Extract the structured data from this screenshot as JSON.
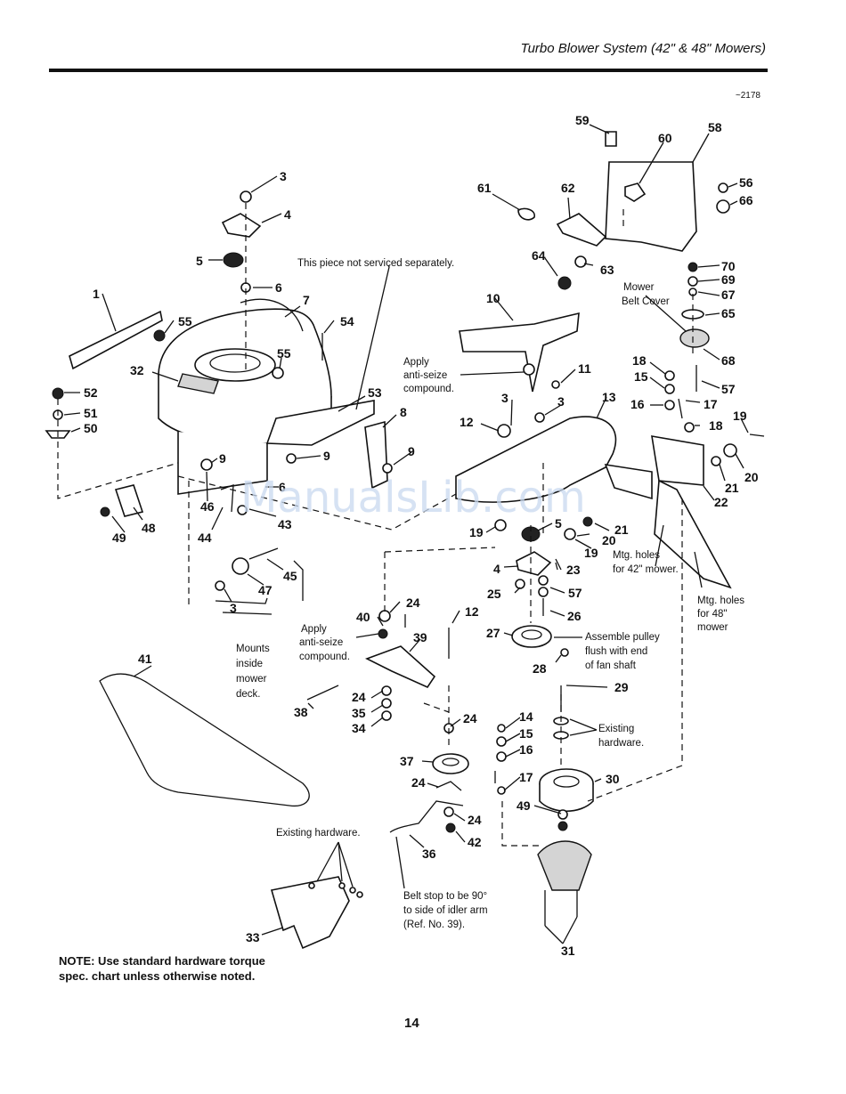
{
  "header": {
    "title": "Turbo Blower System (42\" & 48\" Mowers)",
    "drawing_id": "~2178"
  },
  "callouts": {
    "not_serviced": "This piece not serviced separately.",
    "apply_antiseize_1_line1": "Apply",
    "apply_antiseize_1_line2": "anti-seize",
    "apply_antiseize_1_line3": "compound.",
    "mower_belt_cover_line1": "Mower",
    "mower_belt_cover_line2": "Belt Cover",
    "mtg_holes_42_line1": "Mtg. holes",
    "mtg_holes_42_line2": "for 42\" mower.",
    "mtg_holes_48_line1": "Mtg. holes",
    "mtg_holes_48_line2": "for 48\"",
    "mtg_holes_48_line3": "mower",
    "assemble_pulley_line1": "Assemble pulley",
    "assemble_pulley_line2": "flush with end",
    "assemble_pulley_line3": "of fan shaft",
    "apply_antiseize_2_line1": "Apply",
    "apply_antiseize_2_line2": "anti-seize",
    "apply_antiseize_2_line3": "compound.",
    "mounts_inside_line1": "Mounts",
    "mounts_inside_line2": "inside",
    "mounts_inside_line3": "mower",
    "mounts_inside_line4": "deck.",
    "existing_hardware_1_line1": "Existing",
    "existing_hardware_1_line2": "hardware.",
    "existing_hardware_2": "Existing hardware.",
    "belt_stop_line1": "Belt stop to be 90°",
    "belt_stop_line2": "to side of idler arm",
    "belt_stop_line3": "(Ref. No. 39)."
  },
  "parts": {
    "p1": "1",
    "p3a": "3",
    "p3b": "3",
    "p3c": "3",
    "p3d": "3",
    "p4a": "4",
    "p4b": "4",
    "p5a": "5",
    "p5b": "5",
    "p6a": "6",
    "p6b": "6",
    "p7": "7",
    "p8": "8",
    "p9a": "9",
    "p9b": "9",
    "p9c": "9",
    "p10": "10",
    "p11": "11",
    "p12a": "12",
    "p12b": "12",
    "p13": "13",
    "p14": "14",
    "p15a": "15",
    "p15b": "15",
    "p16a": "16",
    "p16b": "16",
    "p17a": "17",
    "p17b": "17",
    "p18a": "18",
    "p18b": "18",
    "p19a": "19",
    "p19b": "19",
    "p19c": "19",
    "p20a": "20",
    "p20b": "20",
    "p21a": "21",
    "p21b": "21",
    "p22": "22",
    "p23": "23",
    "p24a": "24",
    "p24b": "24",
    "p24c": "24",
    "p24d": "24",
    "p24e": "24",
    "p25": "25",
    "p26": "26",
    "p27": "27",
    "p28": "28",
    "p29": "29",
    "p30": "30",
    "p31": "31",
    "p32": "32",
    "p33": "33",
    "p34": "34",
    "p35": "35",
    "p36": "36",
    "p37": "37",
    "p38": "38",
    "p39": "39",
    "p40": "40",
    "p41": "41",
    "p42": "42",
    "p43": "43",
    "p44": "44",
    "p45": "45",
    "p46": "46",
    "p47": "47",
    "p48": "48",
    "p49a": "49",
    "p49b": "49",
    "p50": "50",
    "p51": "51",
    "p52": "52",
    "p53": "53",
    "p54": "54",
    "p55a": "55",
    "p55b": "55",
    "p56": "56",
    "p57a": "57",
    "p57b": "57",
    "p58": "58",
    "p59": "59",
    "p60": "60",
    "p61": "61",
    "p62": "62",
    "p63": "63",
    "p64": "64",
    "p65": "65",
    "p66": "66",
    "p67": "67",
    "p68": "68",
    "p69": "69",
    "p70": "70"
  },
  "note": "NOTE: Use standard hardware torque spec. chart unless otherwise noted.",
  "page_number": "14",
  "watermark": "ManualsLib.com"
}
